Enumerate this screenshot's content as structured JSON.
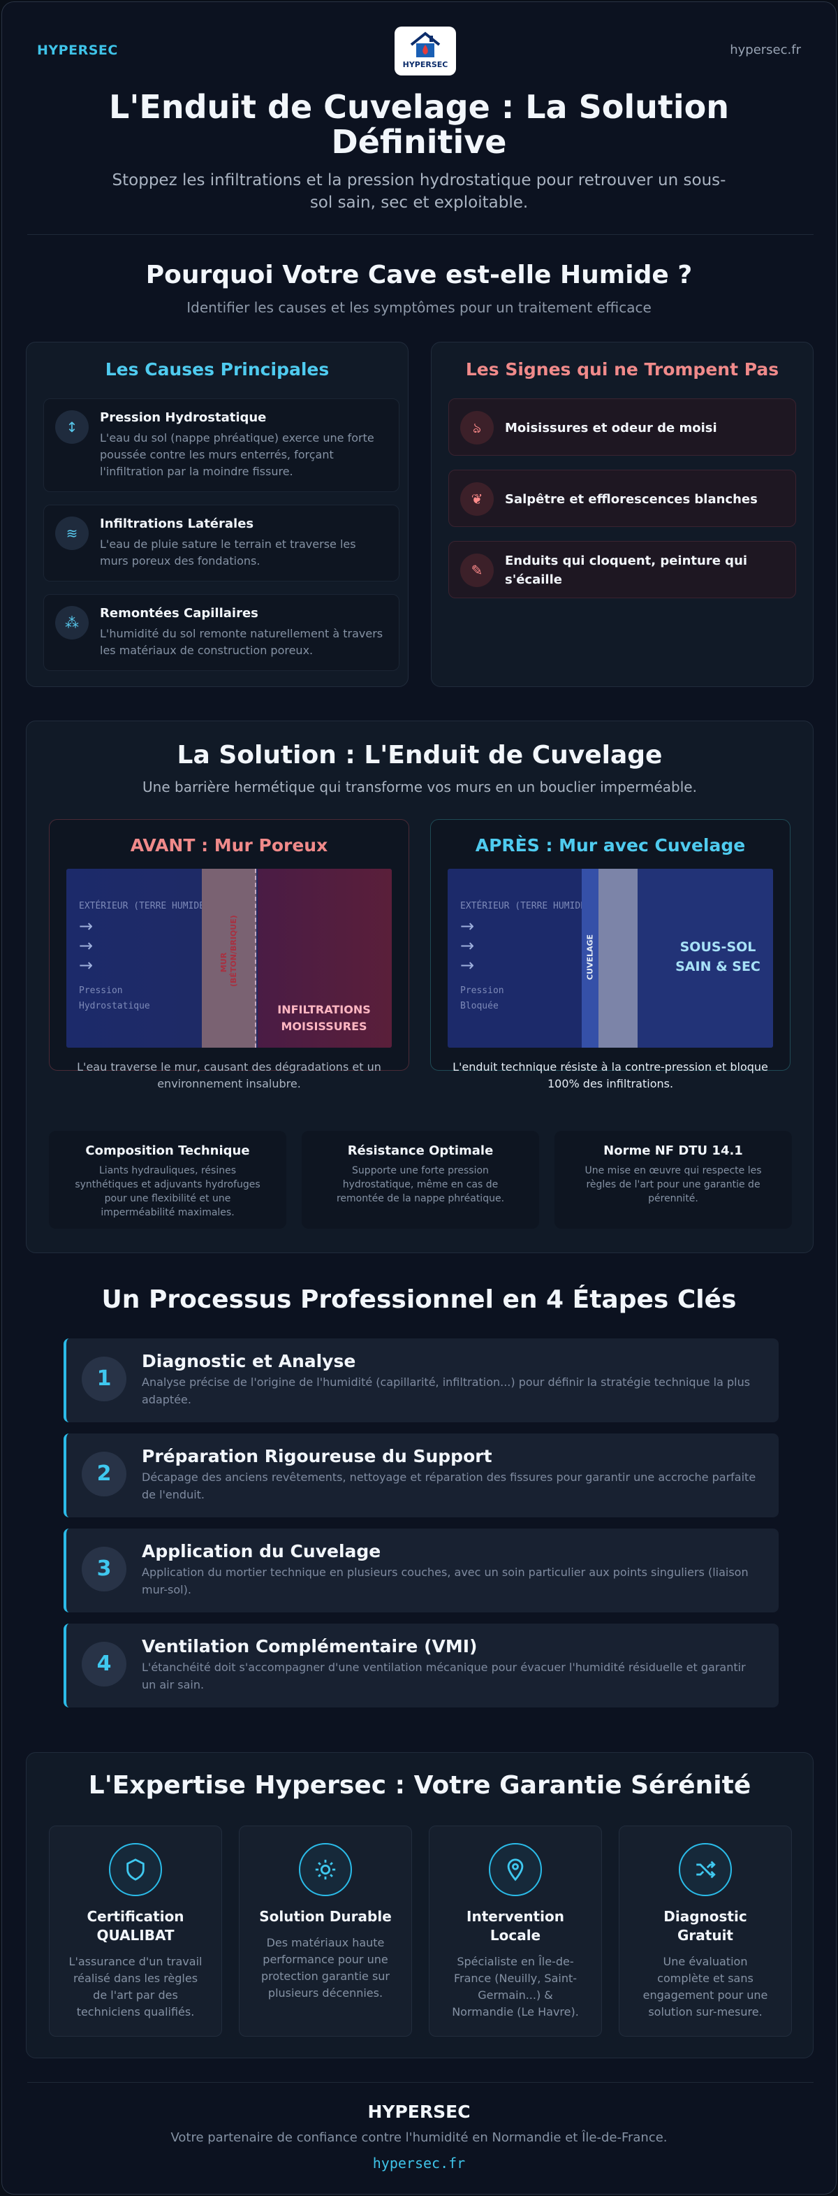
{
  "header": {
    "brand": "HYPERSEC",
    "site": "hypersec.fr",
    "logo_text": "HYPERSEC"
  },
  "hero": {
    "title": "L'Enduit de Cuvelage : La Solution Définitive",
    "subtitle": "Stoppez les infiltrations et la pression hydrostatique pour retrouver un sous-sol sain, sec et exploitable."
  },
  "why": {
    "title": "Pourquoi Votre Cave est-elle Humide ?",
    "subtitle": "Identifier les causes et les symptômes pour un traitement efficace",
    "causes_title": "Les Causes Principales",
    "causes": [
      {
        "title": "Pression Hydrostatique",
        "text": "L'eau du sol (nappe phréatique) exerce une forte poussée contre les murs enterrés, forçant l'infiltration par la moindre fissure.",
        "icon": "arrows-vertical-icon"
      },
      {
        "title": "Infiltrations Latérales",
        "text": "L'eau de pluie sature le terrain et traverse les murs poreux des fondations.",
        "icon": "rain-icon"
      },
      {
        "title": "Remontées Capillaires",
        "text": "L'humidité du sol remonte naturellement à travers les matériaux de construction poreux.",
        "icon": "capillary-icon"
      }
    ],
    "signs_title": "Les Signes qui ne Trompent Pas",
    "signs": [
      {
        "text": "Moisissures et odeur de moisi",
        "icon": "mold-icon"
      },
      {
        "text": "Salpêtre et efflorescences blanches",
        "icon": "salt-icon"
      },
      {
        "text": "Enduits qui cloquent, peinture qui s'écaille",
        "icon": "brush-icon"
      }
    ]
  },
  "solution": {
    "title": "La Solution : L'Enduit de Cuvelage",
    "subtitle": "Une barrière hermétique qui transforme vos murs en un bouclier imperméable.",
    "before": {
      "title": "AVANT : Mur Poreux",
      "exterior": "EXTÉRIEUR (TERRE HUMIDE)",
      "pressure": "Pression Hydrostatique",
      "wall": "MUR (BÉTON/BRIQUE)",
      "inside": "INFILTRATIONS MOISISSURES",
      "caption": "L'eau traverse le mur, causant des dégradations et un environnement insalubre."
    },
    "after": {
      "title": "APRÈS : Mur avec Cuvelage",
      "exterior": "EXTÉRIEUR (TERRE HUMIDE)",
      "pressure": "Pression Bloquée",
      "layer": "CUVELAGE",
      "inside": "SOUS-SOL SAIN & SEC",
      "caption": "L'enduit technique résiste à la contre-pression et bloque 100% des infiltrations."
    },
    "features": [
      {
        "title": "Composition Technique",
        "text": "Liants hydrauliques, résines synthétiques et adjuvants hydrofuges pour une flexibilité et une imperméabilité maximales."
      },
      {
        "title": "Résistance Optimale",
        "text": "Supporte une forte pression hydrostatique, même en cas de remontée de la nappe phréatique."
      },
      {
        "title": "Norme NF DTU 14.1",
        "text": "Une mise en œuvre qui respecte les règles de l'art pour une garantie de pérennité."
      }
    ]
  },
  "process": {
    "title": "Un Processus Professionnel en 4 Étapes Clés",
    "steps": [
      {
        "num": "1",
        "title": "Diagnostic et Analyse",
        "text": "Analyse précise de l'origine de l'humidité (capillarité, infiltration...) pour définir la stratégie technique la plus adaptée."
      },
      {
        "num": "2",
        "title": "Préparation Rigoureuse du Support",
        "text": "Décapage des anciens revêtements, nettoyage et réparation des fissures pour garantir une accroche parfaite de l'enduit."
      },
      {
        "num": "3",
        "title": "Application du Cuvelage",
        "text": "Application du mortier technique en plusieurs couches, avec un soin particulier aux points singuliers (liaison mur-sol)."
      },
      {
        "num": "4",
        "title": "Ventilation Complémentaire (VMI)",
        "text": "L'étanchéité doit s'accompagner d'une ventilation mécanique pour évacuer l'humidité résiduelle et garantir un air sain."
      }
    ]
  },
  "expertise": {
    "title": "L'Expertise Hypersec : Votre Garantie Sérénité",
    "cards": [
      {
        "title": "Certification QUALIBAT",
        "text": "L'assurance d'un travail réalisé dans les règles de l'art par des techniciens qualifiés.",
        "icon": "shield-icon"
      },
      {
        "title": "Solution Durable",
        "text": "Des matériaux haute performance pour une protection garantie sur plusieurs décennies.",
        "icon": "sun-icon"
      },
      {
        "title": "Intervention Locale",
        "text": "Spécialiste en Île-de-France (Neuilly, Saint-Germain...) & Normandie (Le Havre).",
        "icon": "location-pin-icon"
      },
      {
        "title": "Diagnostic Gratuit",
        "text": "Une évaluation complète et sans engagement pour une solution sur-mesure.",
        "icon": "shuffle-icon"
      }
    ]
  },
  "footer": {
    "brand": "HYPERSEC",
    "tagline": "Votre partenaire de confiance contre l'humidité en Normandie et Île-de-France.",
    "url": "hypersec.fr"
  },
  "colors": {
    "accent": "#3fc3e8",
    "danger": "#f08a8a",
    "background": "#0c1220"
  }
}
